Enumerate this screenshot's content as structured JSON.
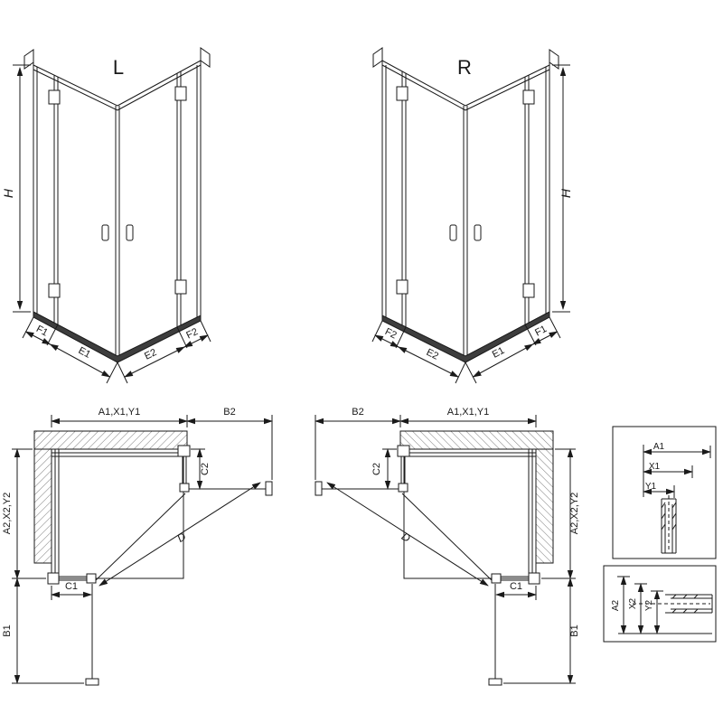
{
  "diagram": {
    "variants": {
      "left": "L",
      "right": "R"
    },
    "dims": {
      "height": "H",
      "f1": "F1",
      "f2": "F2",
      "e1": "E1",
      "e2": "E2",
      "a1x1y1": "A1,X1,Y1",
      "a2x2y2": "A2,X2,Y2",
      "b1": "B1",
      "b2": "B2",
      "c1": "C1",
      "c2": "C2",
      "d": "D",
      "a1": "A1",
      "x1": "X1",
      "y1": "Y1",
      "a2": "A2",
      "x2": "X2",
      "y2": "Y2"
    },
    "colors": {
      "line": "#1a1a1a",
      "tray": "#3d3d3d",
      "background": "#ffffff"
    }
  }
}
